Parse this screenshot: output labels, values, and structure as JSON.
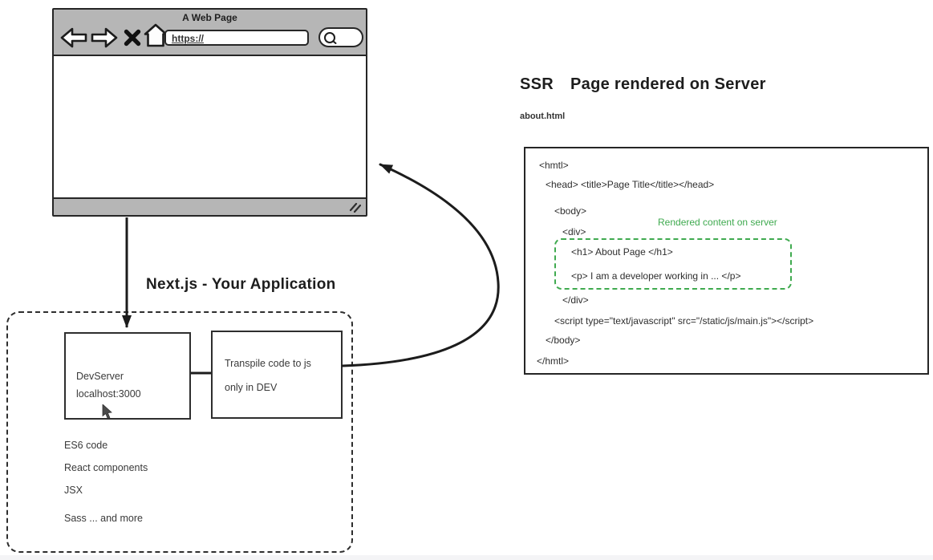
{
  "browser": {
    "title": "A Web Page",
    "url": "https://"
  },
  "app": {
    "label": "Next.js - Your Application",
    "devserver": {
      "line1": "DevServer",
      "line2": "localhost:3000"
    },
    "transpile": {
      "line1": "Transpile code to js",
      "line2": "only in DEV"
    },
    "features": [
      "ES6 code",
      "React components",
      "JSX",
      "Sass ... and more"
    ]
  },
  "ssr": {
    "heading_tag": "SSR",
    "heading_text": "Page rendered on Server",
    "filename": "about.html",
    "annotation": "Rendered content on server",
    "code_lines": [
      "<hmtl>",
      "<head> <title>Page Title</title></head>",
      "<body>",
      "<div>",
      "<h1> About Page </h1>",
      "<p> I am a developer working in ... </p>",
      "</div>",
      "<script type=\"text/javascript\" src=\"/static/js/main.js\"></script>",
      "</body>",
      "</hmtl>"
    ]
  },
  "colors": {
    "green": "#3faa4f",
    "chrome_gray": "#b6b6b6",
    "ink": "#262626"
  }
}
